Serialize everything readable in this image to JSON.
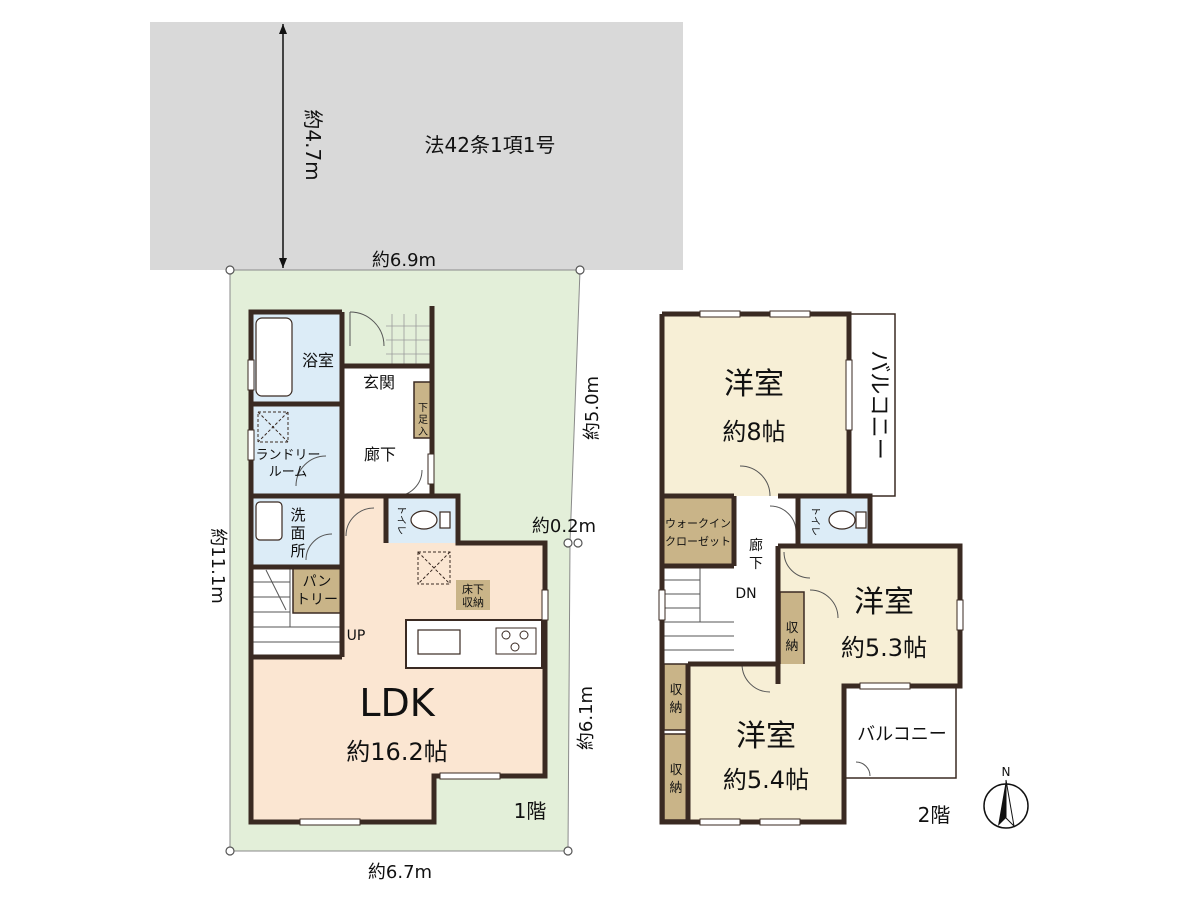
{
  "road": {
    "label": "法42条1項1号",
    "depth": "約4.7m"
  },
  "site_dims": {
    "top_width": "約6.9m",
    "bottom_width": "約6.7m",
    "left_depth": "約11.1m",
    "right_upper": "約5.0m",
    "right_offset": "約0.2m",
    "right_lower": "約6.1m"
  },
  "floor1": {
    "label": "1階",
    "rooms": {
      "bath": "浴室",
      "entrance": "玄関",
      "shoe_storage": [
        "下",
        "足",
        "入"
      ],
      "laundry": [
        "ランドリー",
        "ルーム"
      ],
      "hall": "廊下",
      "toilet": "トイレ",
      "washroom": [
        "洗",
        "面",
        "所"
      ],
      "pantry": [
        "パン",
        "トリー"
      ],
      "underfloor": [
        "床下",
        "収納"
      ],
      "stairs_up": "UP",
      "ldk_name": "LDK",
      "ldk_size": "約16.2帖"
    }
  },
  "floor2": {
    "label": "2階",
    "rooms": {
      "western_a_name": "洋室",
      "western_a_size": "約8帖",
      "balcony_a": "バルコニー",
      "wic": [
        "ウォークイン",
        "クローゼット"
      ],
      "hall": [
        "廊",
        "下"
      ],
      "stairs_down": "DN",
      "toilet": "トイレ",
      "western_b_name": "洋室",
      "western_b_size": "約5.3帖",
      "closet": [
        "収",
        "納"
      ],
      "western_c_name": "洋室",
      "western_c_size": "約5.4帖",
      "balcony_b": "バルコニー"
    }
  },
  "compass": {
    "north": "N"
  },
  "colors": {
    "road": "#d9d9d9",
    "site": "#e3efd9",
    "room_beige": "#f7efd6",
    "ldk_fill": "#fbe6d2",
    "wet_blue": "#dcecf7",
    "storage": "#c9b488",
    "wall": "#3a2a22"
  }
}
